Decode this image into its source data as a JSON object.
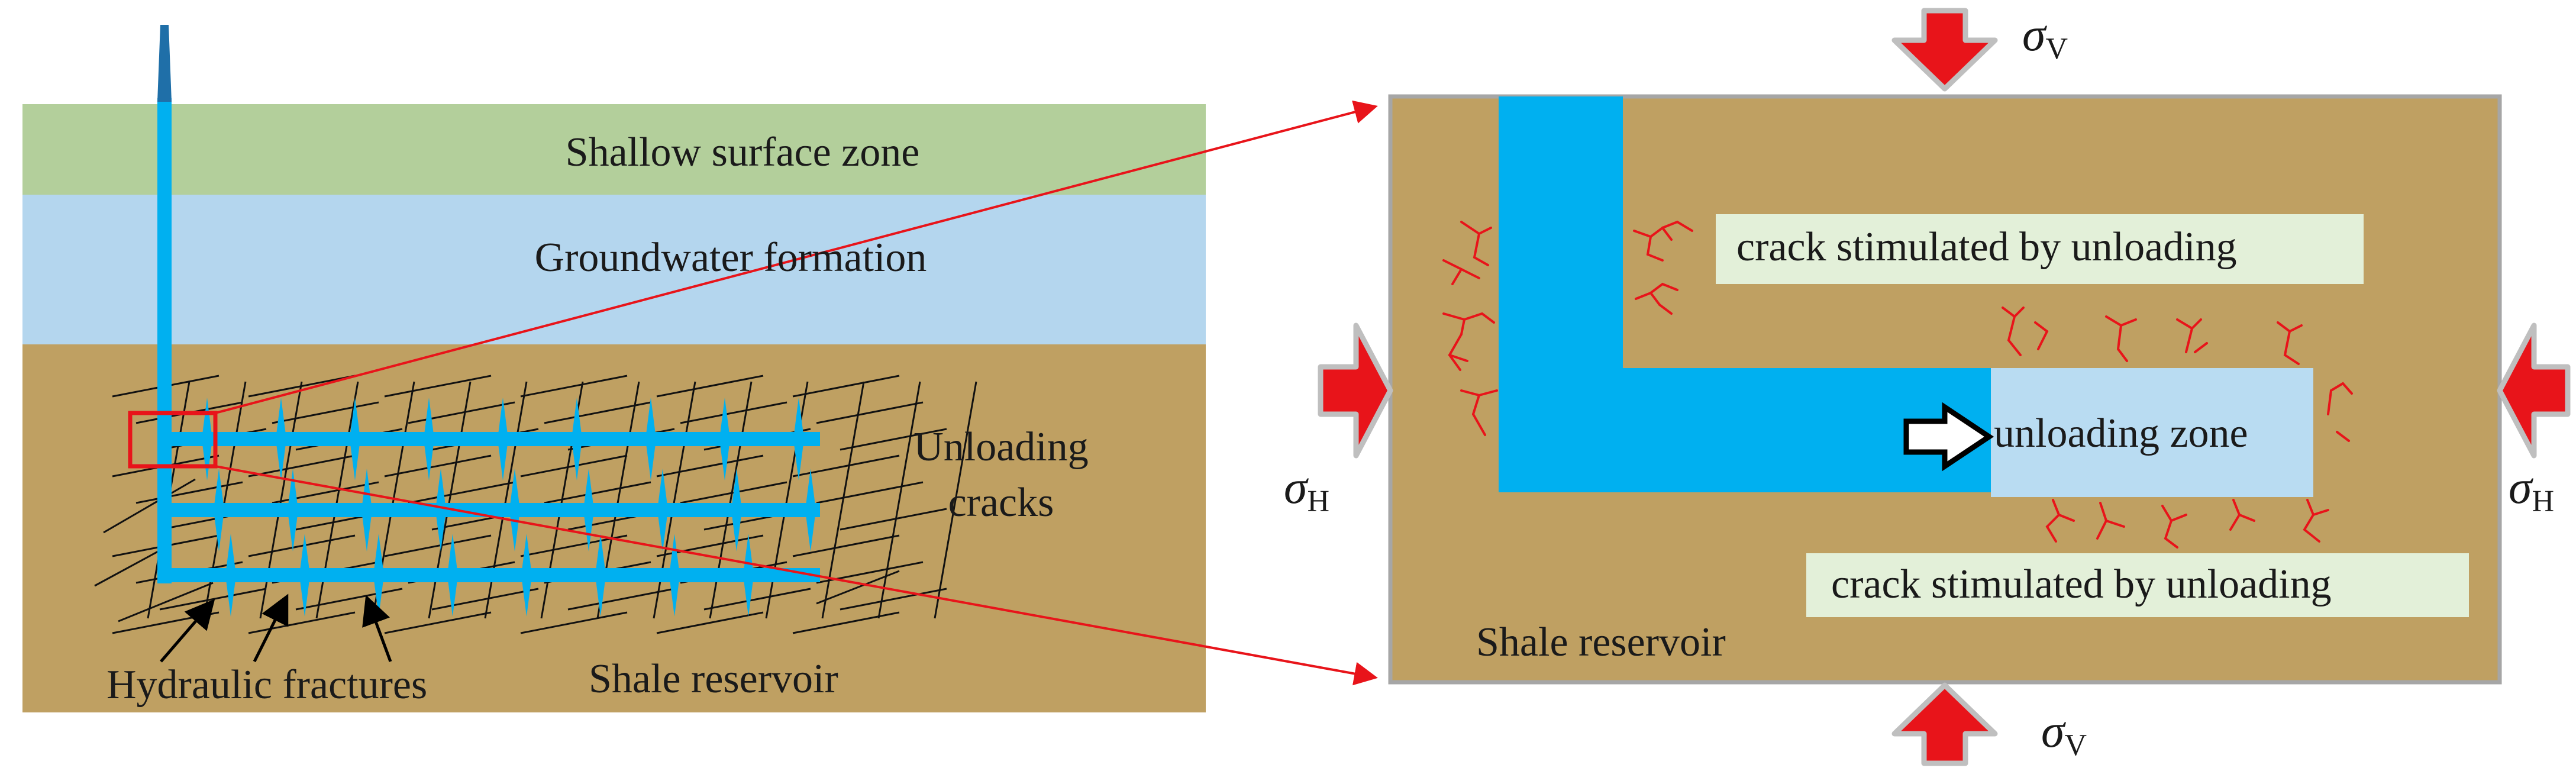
{
  "left_panel": {
    "layers": {
      "shallow": "Shallow surface zone",
      "groundwater": "Groundwater formation"
    },
    "labels": {
      "unloading_line1": "Unloading",
      "unloading_line2": "cracks",
      "hydraulic": "Hydraulic fractures",
      "shale": "Shale reservoir"
    }
  },
  "right_panel": {
    "labels": {
      "crack_top": "crack stimulated  by unloading",
      "crack_bottom": "crack stimulated  by unloading",
      "unloading_zone": "unloading zone",
      "shale": "Shale reservoir"
    },
    "stress": {
      "sigma": "σ",
      "vertical_sub": "V",
      "horizontal_sub": "H"
    }
  },
  "colors": {
    "shallow_zone": "#b3cf9b",
    "groundwater": "#b4d6ee",
    "shale": "#bfa062",
    "well": "#00b0f0",
    "derrick": "#1f6fa8",
    "unloading_zone": "#b9dcf2",
    "label_box": "#e3f0d9",
    "stress_arrow": "#e8141a",
    "cracks_red": "#e8141a",
    "zoom_lines": "#e8141a",
    "frame": "#a6a6a6"
  }
}
